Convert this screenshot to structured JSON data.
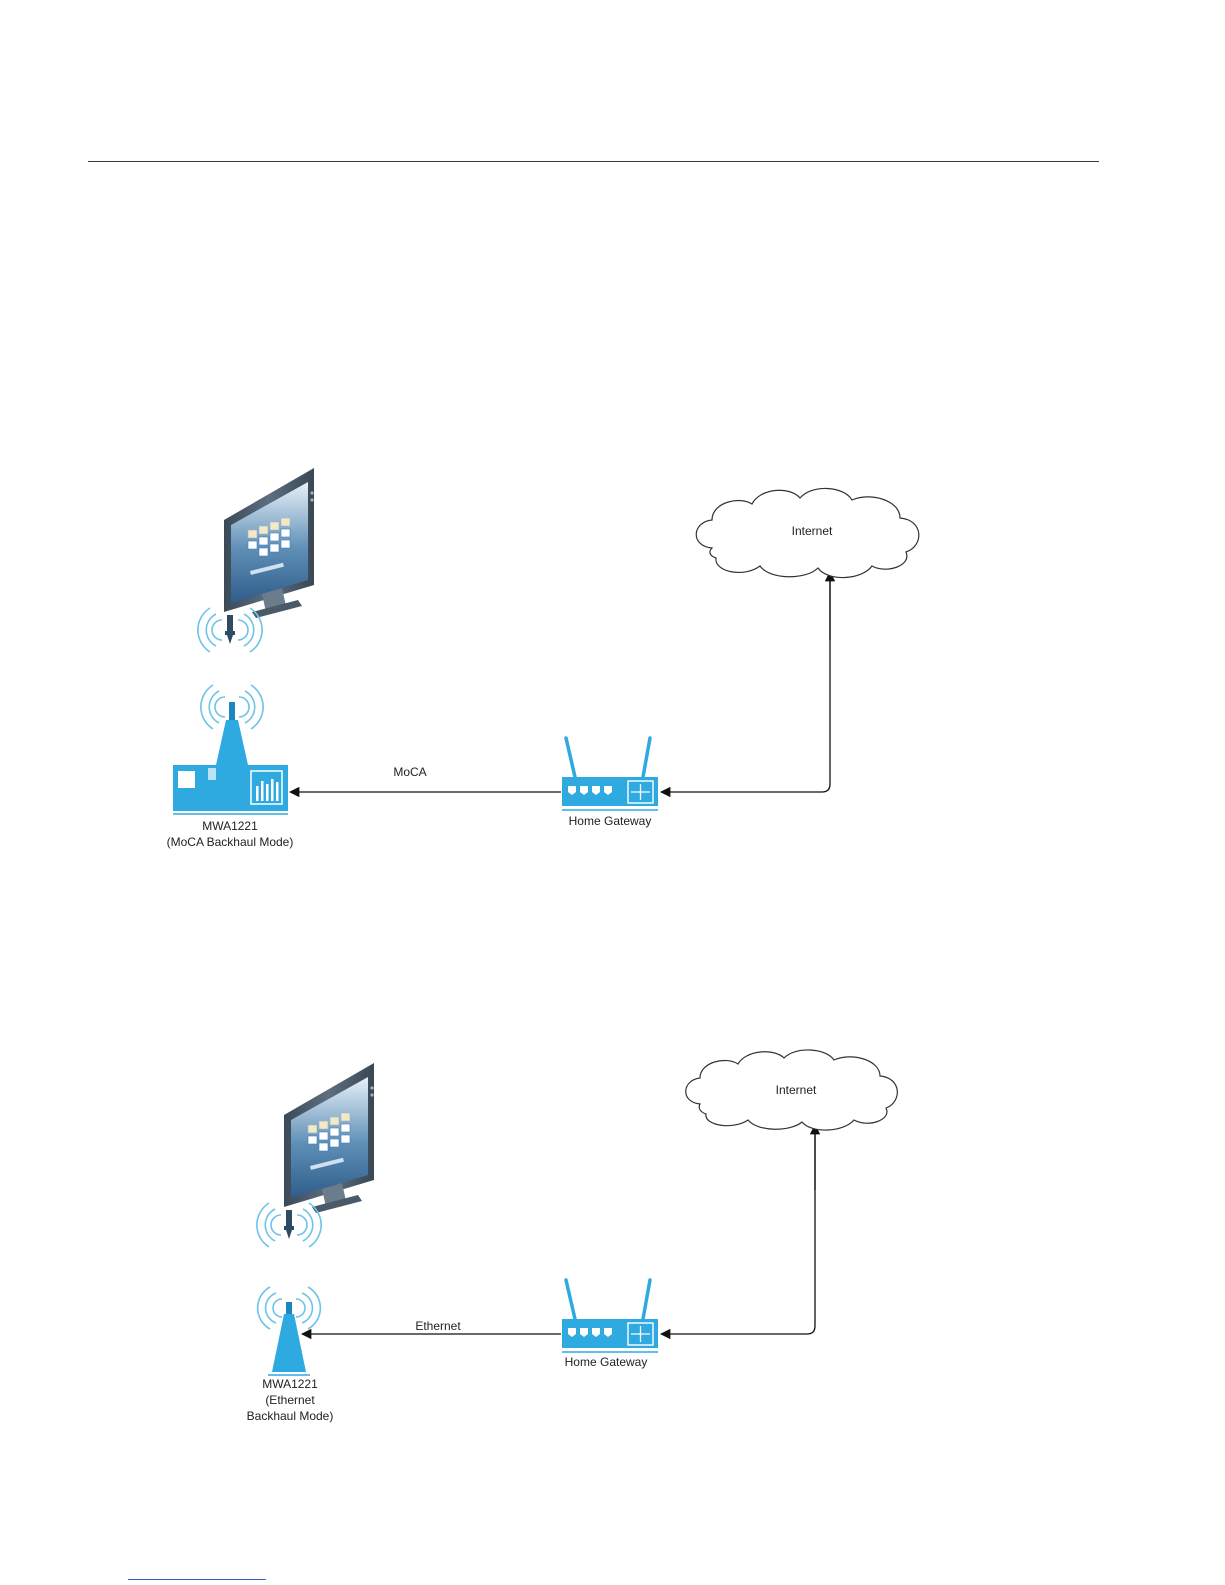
{
  "colors": {
    "device_blue": "#2eaae1",
    "device_dark": "#1c86c0",
    "arrow": "#111111",
    "cloud_stroke": "#333333"
  },
  "diagrams": [
    {
      "cloud_label": "Internet",
      "link_label": "MoCA",
      "gateway_label": "Home Gateway",
      "extender_label_lines": [
        "MWA1221",
        "(MoCA Backhaul Mode)"
      ],
      "client_icon": "monitor-icon",
      "extender_icon": "extender-box-icon",
      "gateway_icon": "router-icon"
    },
    {
      "cloud_label": "Internet",
      "link_label": "Ethernet",
      "gateway_label": "Home Gateway",
      "extender_label_lines": [
        "MWA1221",
        "(Ethernet",
        "Backhaul Mode)"
      ],
      "client_icon": "monitor-icon",
      "extender_icon": "antenna-tower-icon",
      "gateway_icon": "router-icon"
    }
  ]
}
